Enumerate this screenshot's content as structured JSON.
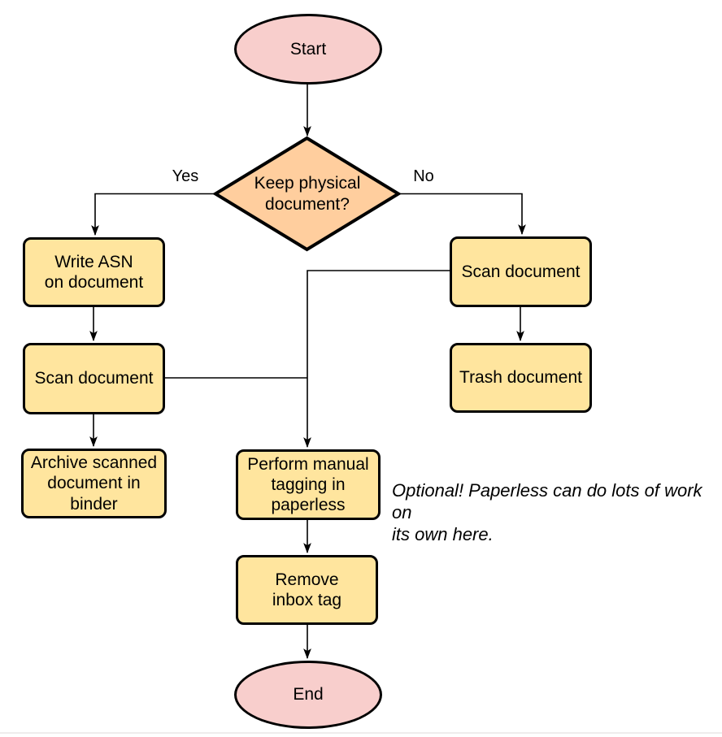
{
  "colors": {
    "terminal_fill": "#f8cecc",
    "decision_fill": "#ffce9e",
    "process_fill": "#ffe59e",
    "stroke": "#000000"
  },
  "nodes": {
    "start": {
      "label": "Start"
    },
    "decision": {
      "label": "Keep physical\ndocument?"
    },
    "write_asn": {
      "label": "Write ASN\non document"
    },
    "scan_left": {
      "label": "Scan document"
    },
    "archive": {
      "label": "Archive scanned\ndocument in\nbinder"
    },
    "scan_right": {
      "label": "Scan document"
    },
    "trash": {
      "label": "Trash document"
    },
    "tagging": {
      "label": "Perform manual\ntagging in\npaperless"
    },
    "remove_inbox": {
      "label": "Remove\ninbox tag"
    },
    "end": {
      "label": "End"
    }
  },
  "edge_labels": {
    "yes": "Yes",
    "no": "No"
  },
  "note": "Optional! Paperless can do lots of work on\nits own here."
}
